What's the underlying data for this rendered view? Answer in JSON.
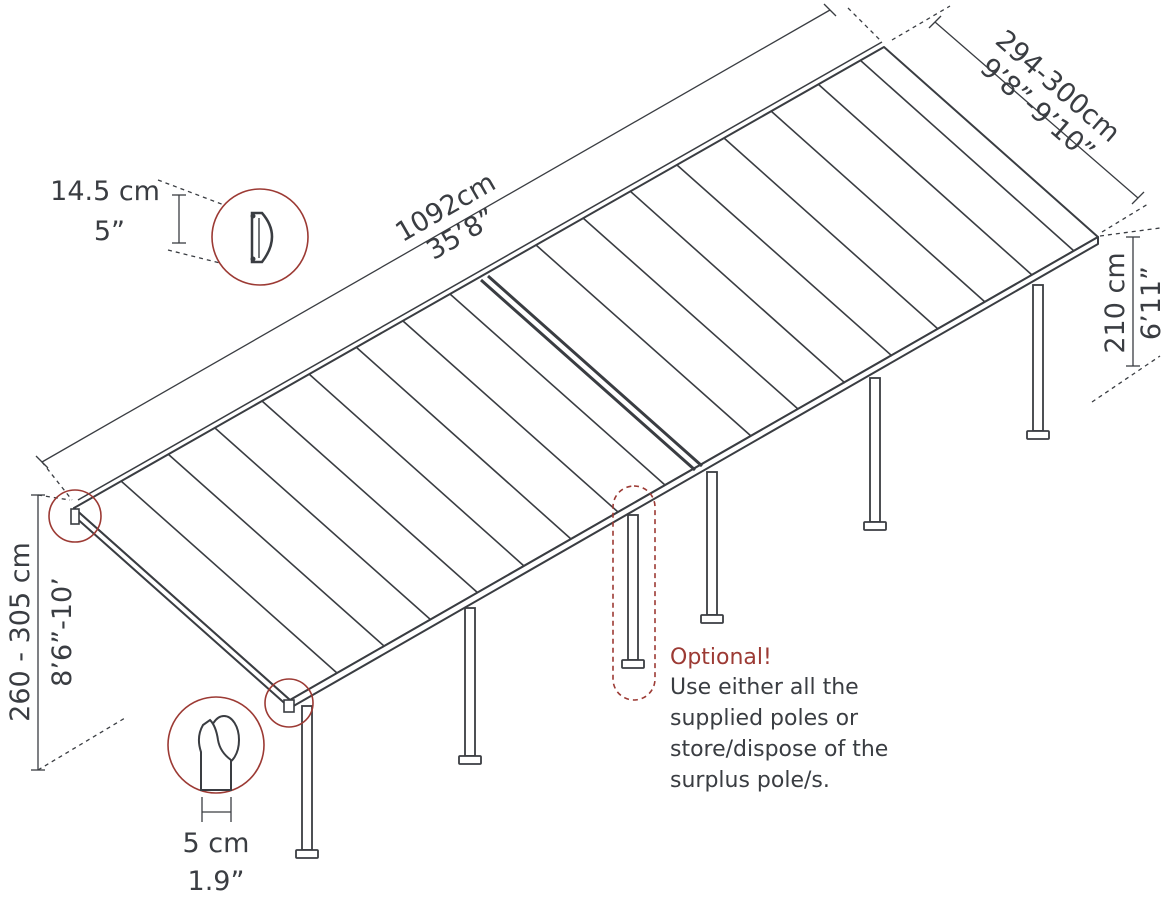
{
  "dimensions": {
    "length_cm": "1092cm",
    "length_in": "35’8”",
    "depth_cm": "294-300cm",
    "depth_in": "9’8”-9’10”",
    "wall_height_cm": "210 cm",
    "wall_height_in": "6’11”",
    "front_height_cm": "260 - 305 cm",
    "front_height_in": "8’6”-10’",
    "gutter_height_cm": "14.5 cm",
    "gutter_height_in": "5”",
    "pole_width_cm": "5 cm",
    "pole_width_in": "1.9”"
  },
  "note": {
    "title": "Optional!",
    "lines": [
      "Use either all the",
      "supplied poles or",
      "store/dispose of the",
      "surplus pole/s."
    ]
  },
  "colors": {
    "line": "#3a3d42",
    "accent": "#9c3a34",
    "panel": "#ffffff"
  }
}
